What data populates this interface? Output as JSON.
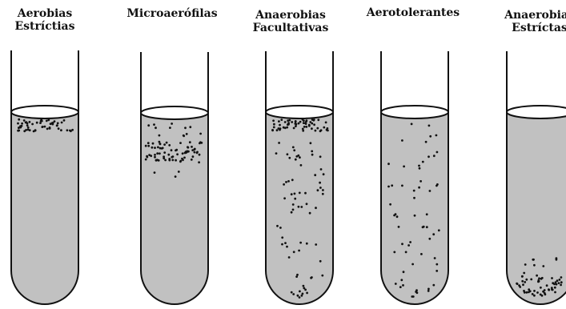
{
  "colors": {
    "medium": "#c1c1c1",
    "outline": "#111111",
    "dot": "#111111",
    "background": "#ffffff"
  },
  "tubes": [
    {
      "label_lines": [
        "Aerobias",
        "Estríctias"
      ],
      "distribution": "top-dense"
    },
    {
      "label_lines": [
        "Microaerófilas",
        ""
      ],
      "distribution": "upper-band"
    },
    {
      "label_lines": [
        "Anaerobias",
        "Facultativas"
      ],
      "distribution": "top-dense-and-throughout"
    },
    {
      "label_lines": [
        "Aerotolerantes",
        ""
      ],
      "distribution": "uniform"
    },
    {
      "label_lines": [
        "Anaerobias",
        "Estríctas"
      ],
      "distribution": "bottom-dense"
    }
  ]
}
